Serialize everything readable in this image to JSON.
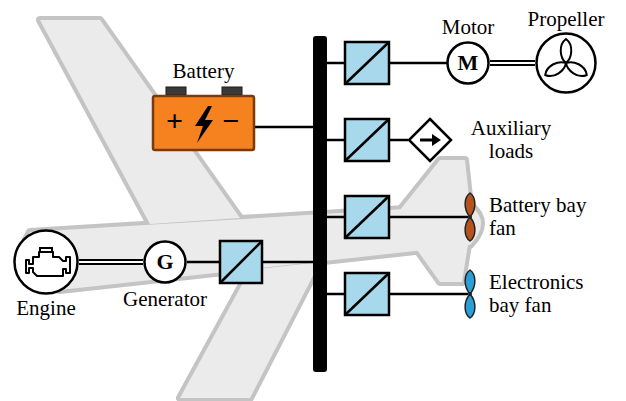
{
  "diagram": {
    "nodes": [
      {
        "text": [
          "Motor",
          "M"
        ]
      },
      {
        "text": [
          "Propeller"
        ]
      },
      {
        "text": [
          "Battery",
          "+",
          "−"
        ]
      },
      {
        "text": [
          "Auxiliary loads"
        ]
      },
      {
        "text": [
          "Engine"
        ]
      },
      {
        "text": [
          "G",
          "Generator"
        ]
      },
      {
        "text": [
          "Battery bay fan"
        ]
      },
      {
        "text": [
          "Electronics bay fan"
        ]
      }
    ],
    "edges": [
      {
        "from": 0,
        "to": 1,
        "arrow": "none"
      },
      {
        "from": 4,
        "to": 5,
        "arrow": "none"
      }
    ]
  }
}
